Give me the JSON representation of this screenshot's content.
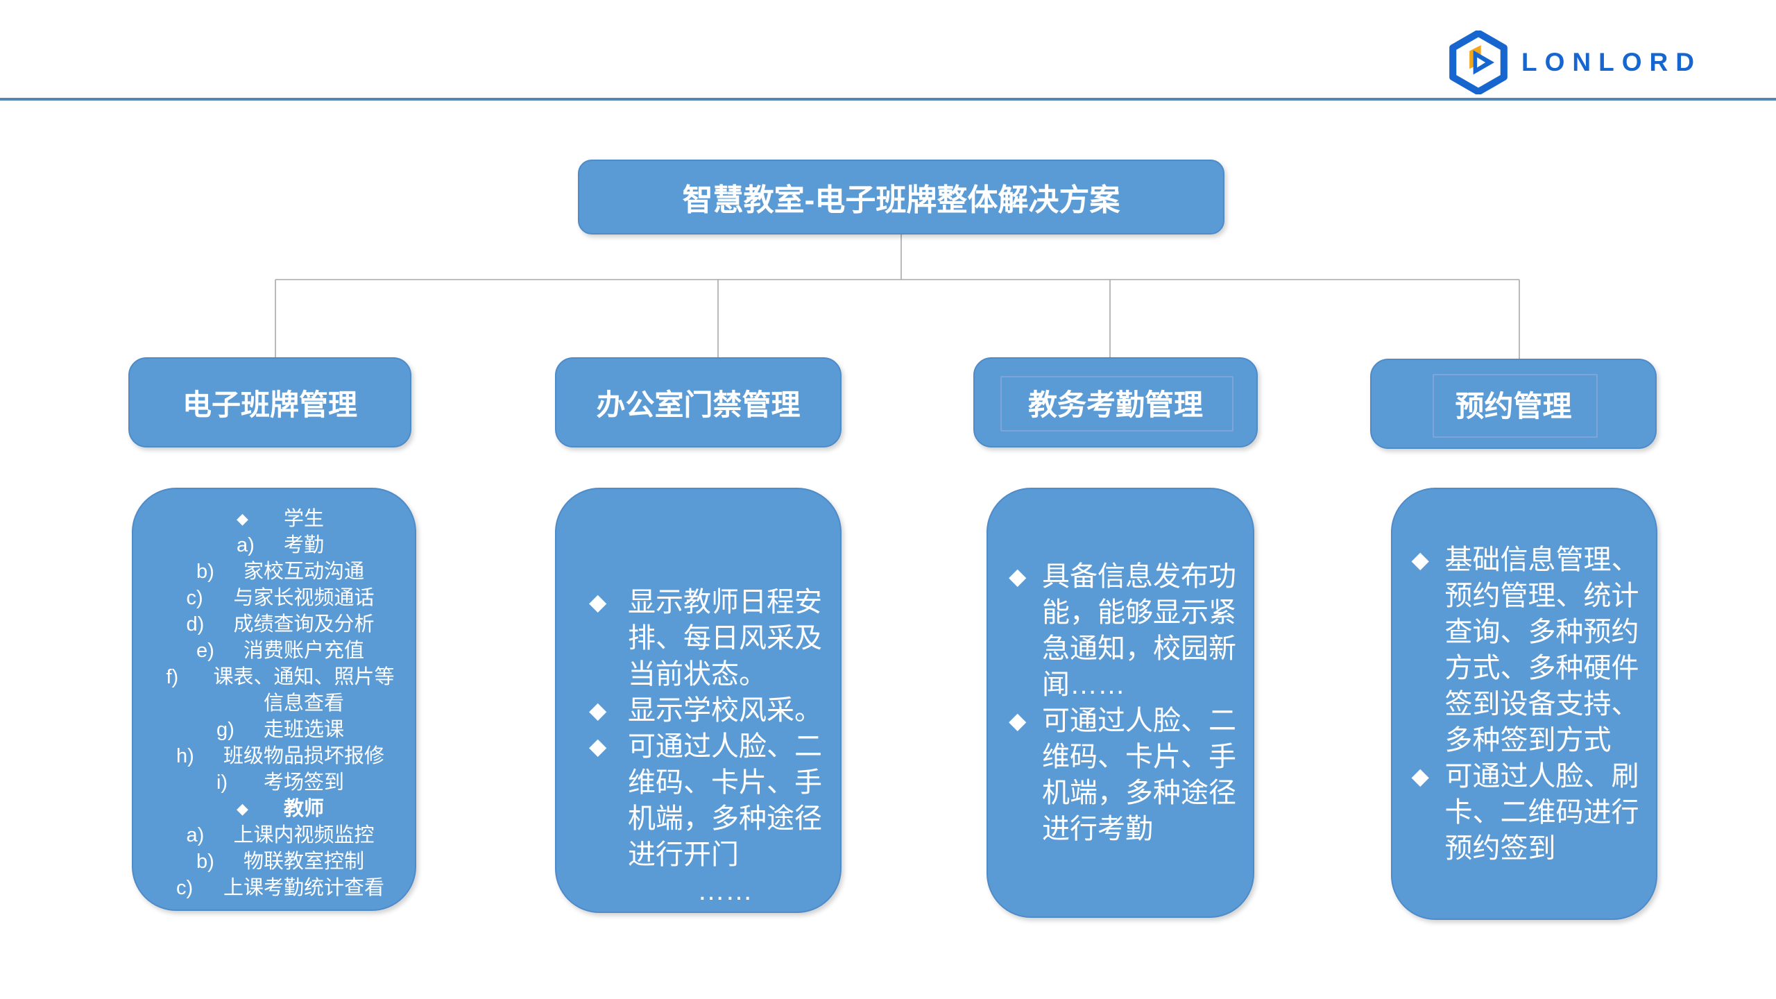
{
  "logo": {
    "text": "LONLORD",
    "brand_blue": "#1766CF",
    "brand_yellow": "#F2A71B"
  },
  "colors": {
    "node_fill": "#5B9BD5",
    "node_border": "#4E8BC8",
    "connector": "#A8A8A8",
    "header_rule": "#5486B5",
    "inner_outline": "#7EA5D9",
    "text": "#FFFFFF"
  },
  "tree": {
    "root": "智慧教室-电子班牌整体解决方案",
    "branches": [
      {
        "header": "电子班牌管理",
        "items": [
          {
            "label": "◆",
            "text": "学生",
            "diamond": true,
            "bold": false
          },
          {
            "label": "a)",
            "text": "考勤"
          },
          {
            "label": "b)",
            "text": "家校互动沟通"
          },
          {
            "label": "c)",
            "text": "与家长视频通话"
          },
          {
            "label": "d)",
            "text": "成绩查询及分析"
          },
          {
            "label": "e)",
            "text": "消费账户充值"
          },
          {
            "label": "f)",
            "text": "课表、通知、照片等"
          },
          {
            "label": "",
            "text": "信息查看"
          },
          {
            "label": "g)",
            "text": "走班选课"
          },
          {
            "label": "h)",
            "text": "班级物品损坏报修"
          },
          {
            "label": "i)",
            "text": "考场签到"
          },
          {
            "label": "◆",
            "text": "教师",
            "diamond": true,
            "bold": true
          },
          {
            "label": "a)",
            "text": "上课内视频监控"
          },
          {
            "label": "b)",
            "text": "物联教室控制"
          },
          {
            "label": "c)",
            "text": "上课考勤统计查看"
          }
        ]
      },
      {
        "header": "办公室门禁管理",
        "bullets": [
          {
            "diamond": true,
            "lines": [
              "显示教师日程安",
              "排、每日风采及",
              "当前状态。"
            ]
          },
          {
            "diamond": true,
            "lines": [
              "显示学校风采。"
            ]
          },
          {
            "diamond": true,
            "lines": [
              "可通过人脸、二",
              "维码、卡片、手",
              "机端，多种途径",
              "进行开门"
            ]
          },
          {
            "diamond": false,
            "lines": [
              "……"
            ]
          }
        ]
      },
      {
        "header": "教务考勤管理",
        "header_outlined": true,
        "bullets": [
          {
            "diamond": true,
            "lines": [
              "具备信息发布功",
              "能，能够显示紧",
              "急通知，校园新",
              "闻……"
            ]
          },
          {
            "diamond": true,
            "lines": [
              "可通过人脸、二",
              "维码、卡片、手",
              "机端，多种途径",
              "进行考勤"
            ]
          }
        ]
      },
      {
        "header": "预约管理",
        "header_outlined": true,
        "bullets": [
          {
            "diamond": true,
            "lines": [
              "基础信息管理、",
              "预约管理、统计",
              "查询、多种预约",
              "方式、多种硬件",
              "签到设备支持、",
              "多种签到方式"
            ]
          },
          {
            "diamond": true,
            "lines": [
              "可通过人脸、刷",
              "卡、二维码进行",
              "预约签到"
            ]
          }
        ]
      }
    ]
  }
}
